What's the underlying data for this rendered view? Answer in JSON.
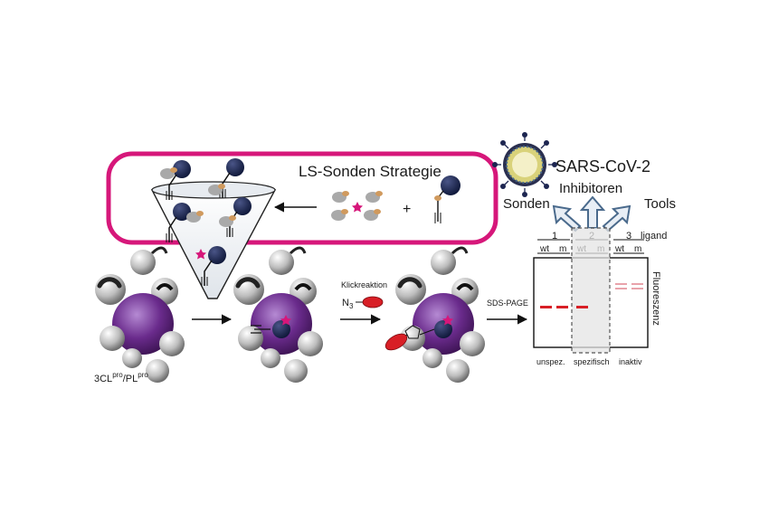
{
  "title": "LS-Sonden Strategie",
  "plus": "+",
  "virus": {
    "name": "SARS-CoV-2"
  },
  "outputs": [
    "Sonden",
    "Inhibitoren",
    "Tools"
  ],
  "protein_label": {
    "base": "3CL",
    "sup1": "pro",
    "sep": "/PL",
    "sup2": "pro"
  },
  "click_step": {
    "label": "Klickreaktion",
    "azide": "N",
    "azide_sub": "3"
  },
  "sds_label": "SDS-PAGE",
  "gel": {
    "lanes": [
      "1",
      "2",
      "3"
    ],
    "ligand_label": "ligand",
    "sublanes": [
      "wt",
      "m",
      "wt",
      "m",
      "wt",
      "m"
    ],
    "axis_label": "Fluoreszenz",
    "categories": [
      "unspez.",
      "spezifisch",
      "inaktiv"
    ]
  },
  "colors": {
    "magenta": "#d6177a",
    "purple": "#6a2b8c",
    "navy": "#1c2550",
    "band_red": "#d81f26",
    "band_pink": "#e9a3ab",
    "arrow_outline": "#4a6a8c",
    "arrow_fill": "#e8eef5"
  }
}
